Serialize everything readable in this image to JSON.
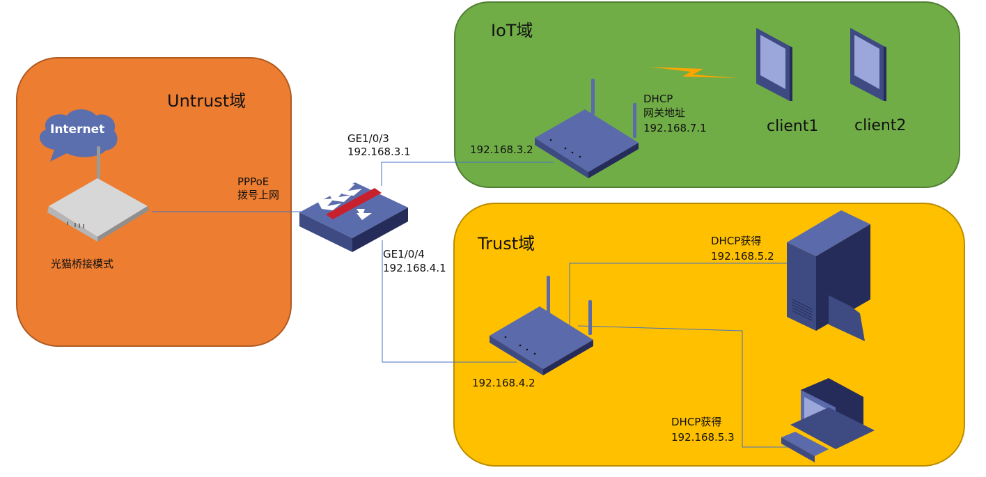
{
  "zones": {
    "untrust": {
      "title": "Untrust域",
      "color": "#ED7D31"
    },
    "iot": {
      "title": "IoT域",
      "color": "#70AD47"
    },
    "trust": {
      "title": "Trust域",
      "color": "#FFC000"
    }
  },
  "devices": {
    "internet_cloud": {
      "label": "Internet"
    },
    "modem": {
      "label": "光猫桥接模式"
    },
    "firewall": {
      "uplink_label_line1": "PPPoE",
      "uplink_label_line2": "拨号上网",
      "port_iot_name": "GE1/0/3",
      "port_iot_ip": "192.168.3.1",
      "port_trust_name": "GE1/0/4",
      "port_trust_ip": "192.168.4.1"
    },
    "iot_router": {
      "wan_ip": "192.168.3.2",
      "dhcp_line1": "DHCP",
      "dhcp_line2": "网关地址",
      "dhcp_line3": "192.168.7.1"
    },
    "iot_clients": [
      {
        "label": "client1"
      },
      {
        "label": "client2"
      }
    ],
    "trust_router": {
      "wan_ip": "192.168.4.2"
    },
    "server": {
      "label_line1": "DHCP获得",
      "label_line2": "192.168.5.2"
    },
    "pc": {
      "label_line1": "DHCP获得",
      "label_line2": "192.168.5.3"
    }
  },
  "colors": {
    "link": "#4472C4",
    "wireless": "#FFA500",
    "device_blue": "#5A6AAA",
    "device_dark": "#252C5A",
    "firewall_red": "#C8202C"
  }
}
